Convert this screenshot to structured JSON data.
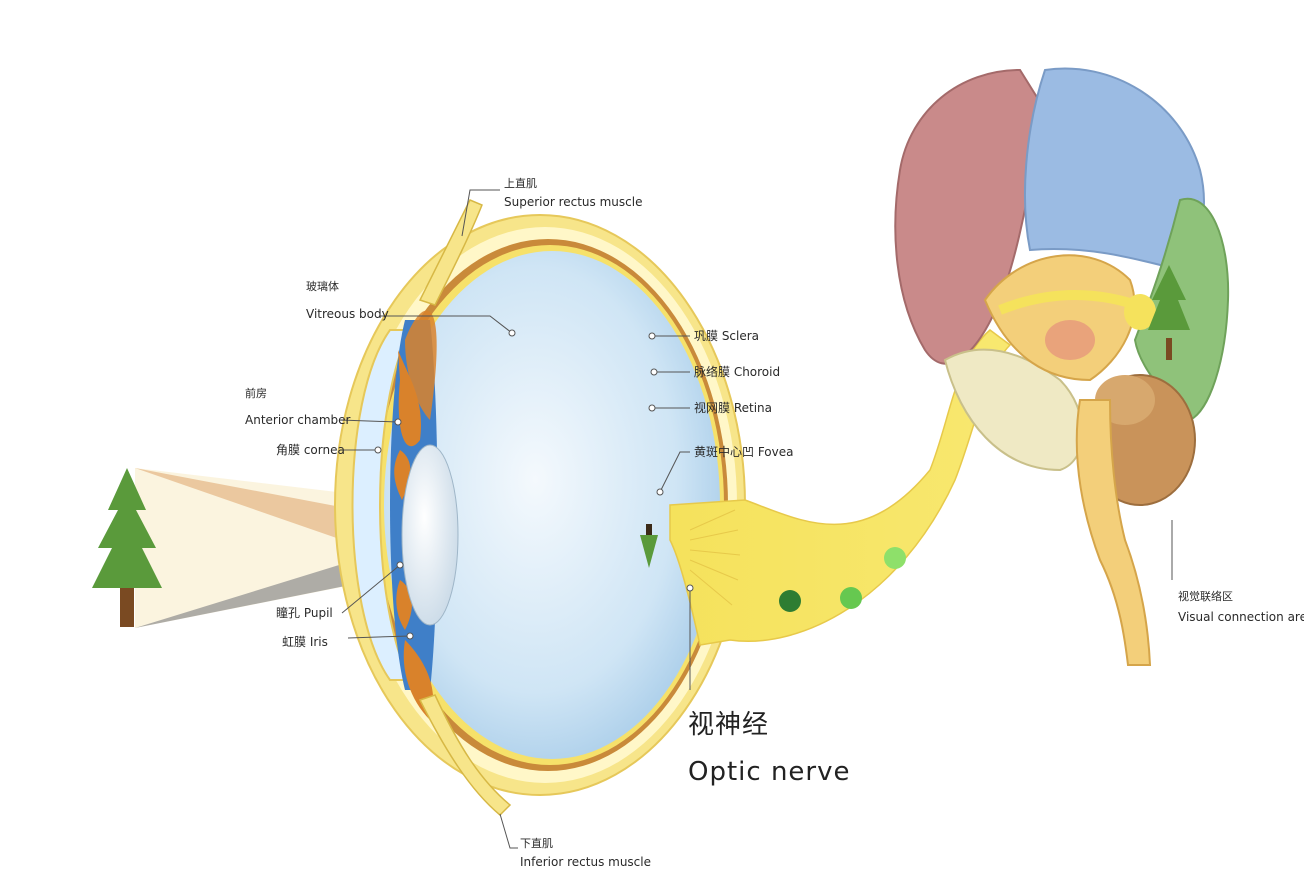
{
  "labels": {
    "superior_rectus": {
      "cn": "上直肌",
      "en": "Superior rectus muscle"
    },
    "vitreous": {
      "cn": "玻璃体",
      "en": "Vitreous body"
    },
    "anterior_chamber": {
      "cn": "前房",
      "en": "Anterior chamber"
    },
    "cornea": {
      "text": "角膜 cornea"
    },
    "pupil": {
      "text": "瞳孔 Pupil"
    },
    "iris": {
      "text": "虹膜 Iris"
    },
    "sclera": {
      "text": "巩膜 Sclera"
    },
    "choroid": {
      "text": "脉络膜 Choroid"
    },
    "retina": {
      "text": "视网膜 Retina"
    },
    "fovea": {
      "text": "黄斑中心凹 Fovea"
    },
    "optic_nerve": {
      "cn": "视神经",
      "en": "Optic nerve"
    },
    "inferior_rectus": {
      "cn": "下直肌",
      "en": "Inferior rectus muscle"
    },
    "visual_area": {
      "cn": "视觉联络区",
      "en": "Visual connection area"
    }
  },
  "colors": {
    "sclera": "#f7e58a",
    "vitreous": "#cfe5f5",
    "iris": "#d9822b",
    "optic_nerve": "#f5e25c",
    "tree": "#5a9a3b",
    "frontal_lobe": "#c98a8a",
    "parietal_lobe": "#9bbbe3",
    "occipital_lobe": "#8fc27a",
    "cerebellum": "#c9935a"
  }
}
